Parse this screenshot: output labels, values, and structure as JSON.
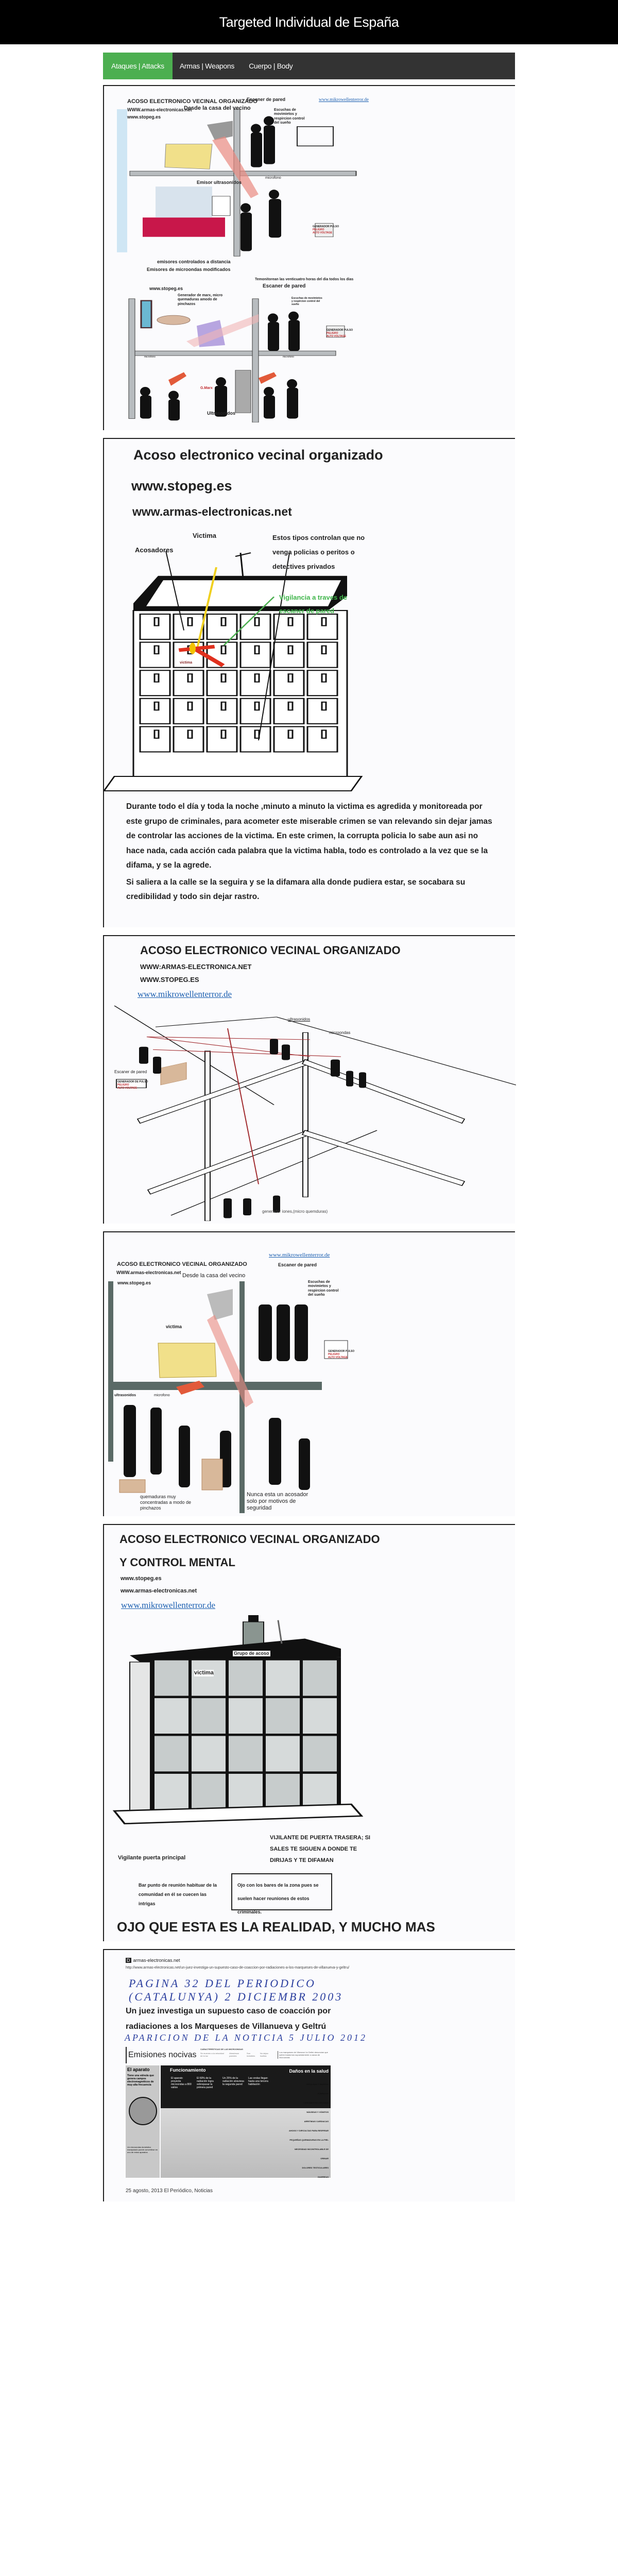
{
  "site_title": "Targeted Individual de España",
  "nav": [
    {
      "label": "Ataques | Attacks",
      "active": true
    },
    {
      "label": "Armas | Weapons",
      "active": false
    },
    {
      "label": "Cuerpo | Body",
      "active": false
    }
  ],
  "colors": {
    "header_bg": "#000000",
    "nav_bg": "#333333",
    "nav_active": "#4caf50",
    "link_blue": "#1b5fb0"
  },
  "image1": {
    "title": "ACOSO ELECTRONICO VECINAL ORGANIZADO",
    "url1": "WWW.armas-electronicas.net",
    "url2": "www.stopeg.es",
    "from_neighbor": "Desde la casa del vecino",
    "wall_scanner": "Escaner de pared",
    "url3": "www.mikrowellenterror.de",
    "listening": "Escuchas de movimietos y respircion control del sueño",
    "ultrasound_emitter": "Emisor ultrasonidos",
    "remote_emitters": "emisores controlados a distancia",
    "microwave_emitters": "Emisores de microondas modificados",
    "url4": "www.stopeg.es",
    "microphone": "microfono",
    "pulse_gen": "GENERADOR PULSO",
    "danger": "PELIGRO",
    "high_voltage": "ALTO VOLTAGE",
    "monitor_24h": "Temonitorean las venticuatro horas del dia todos los dias",
    "wall_scanner2": "Escaner de pared",
    "marx": "Generador de marx, micro quemaduras amodo de pinchazos",
    "listening2": "Escuchas de movimietos y respircion control del sueño",
    "microphone2": "microfono",
    "microphone3": "microfono",
    "gmarx": "G.Marx",
    "ultrasound": "Ultrasonidos"
  },
  "image2": {
    "title": "Acoso electronico vecinal organizado",
    "url1": "www.stopeg.es",
    "url2": "www.armas-electronicas.net",
    "victim": "Victima",
    "harassers": "Acosadores",
    "controllers": "Estos tipos controlan que no venga policias o peritos o detectives privados",
    "surveillance": "Vigilancia a traves de escaner de pared",
    "victim_small": "victima",
    "paragraph1": "Durante todo el día y toda la noche ,minuto a minuto la victima es agredida y monitoreada por este grupo de criminales, para acometer este miserable crimen se van relevando sin dejar jamas de controlar las acciones de la victima. En este crimen, la corrupta policia lo sabe aun asi no hace nada, cada acción  cada palabra que la victima habla, todo es controlado a la vez que se la difama, y se la agrede.",
    "paragraph2": "Si saliera a la calle se la seguira y se la difamara alla donde pudiera estar, se socabara su credibilidad y todo sin dejar rastro."
  },
  "image3": {
    "title": "ACOSO ELECTRONICO VECINAL ORGANIZADO",
    "url1": "WWW:ARMAS-ELECTRONICA.NET",
    "url2": "WWW.STOPEG.ES",
    "url3": "www.mikrowellenterror.de",
    "ultrasound": "ultrasonidos",
    "microwaves": "microondas",
    "wall_scanner": "Escaner de pared",
    "pulse_gen": "GENERADOR DE PULSO",
    "danger": "PELIGRO",
    "high_voltage": "ALTO VOLTAGE",
    "ion_gen": "generador iones,(micro quemduras)"
  },
  "image4": {
    "url3": "www.mikrowellenterror.de",
    "title": "ACOSO ELECTRONICO VECINAL ORGANIZADO",
    "wall_scanner": "Escaner de pared",
    "url1": "WWW.armas-electronicas.net",
    "from_neighbor": "Desde la casa del vecino",
    "url2": "www.stopeg.es",
    "listening": "Escuchas de movimietos y respircion control del sueño",
    "victim": "victima",
    "pulse_gen": "GENERADOR PULSO",
    "danger": "PELIGRO",
    "high_voltage": "ALTO VOLTAGE",
    "ultrasound": "ultrasonidos",
    "microphone": "microfono",
    "burns": "quemaduras muy concentradas a modo de pinchazos",
    "never_alone": "Nunca esta un acosador solo por motivos de seguridad"
  },
  "image5": {
    "title1": "ACOSO ELECTRONICO VECINAL ORGANIZADO",
    "title2": "Y CONTROL MENTAL",
    "url1": "www.stopeg.es",
    "url2": "www.armas-electronicas.net",
    "url3": "www.mikrowellenterror.de",
    "group": "Grupo de acoso",
    "victim": "victima",
    "back_door": "VIJILANTE DE PUERTA TRASERA; SI SALES TE SIGUEN A DONDE TE DIRIJAS Y TE DIFAMAN",
    "front_door": "Vigilante  puerta principal",
    "bar": "Bar punto de reunión habituar de la comunidad en él se cuecen las intrigas",
    "bars_warning": "Ojo  con los bares de la zona pues se suelen hacer reuniones de estos criminales.",
    "reality": "OJO QUE ESTA ES LA REALIDAD, Y MUCHO MAS"
  },
  "image6": {
    "source_icon": "D",
    "source": "armas-electronicas.net",
    "url": "http://www.armas-electronicas.net/un-juez-investiga-un-supuesto-caso-de-coaccion-por-radiaciones-a-los-marqueses-de-villanueva-y-geltru/",
    "handwritten1": "PAGINA 32 DEL PERIODICO (CATALUNYA) 2 DICIEMBR 2003",
    "headline": "Un juez investiga un supuesto caso de coacción por radiaciones a los Marqueses de Villanueva y Geltrú",
    "handwritten2": "APARICION DE LA NOTICIA 5 JULIO 2012",
    "infographic_title": "Emisiones nocivas",
    "characteristics": "CARACTERÍSTICAS DE LAS MICROONDAS",
    "char_items": [
      "Se mueven a la velocidad de la luz",
      "Atraviesan paredes",
      "Son invisibles",
      "No dejan huellas"
    ],
    "intro": "Los marqueses de Vilanova i la Geltrú denuncian que sufren trastornos supuestamente a causa de microondas",
    "device_title": "El aparato",
    "device_text": "Tiene una válvula que genera campos electromagnéticos de muy alta frecuencia",
    "operation_title": "Funcionamiento",
    "operation_steps": [
      "El aparato proyecta microondas a 800 vatios",
      "El 60% de la radiación logra sobrepasar la primera pared",
      "Un 25% de la radiación atraviesa la segunda pared",
      "Las ondas llegan hasta una tercera habitación"
    ],
    "health_title": "Daños en la salud",
    "health_items": [
      "CEFALEAS Y MAREOS",
      "ZUMBIDOS",
      "LESIONES EN LOS OJOS",
      "NÁUSEAS Y VÓMITOS",
      "ARRITMIAS CARDIACAS",
      "AHOGO Y DIFICULTAD PARA RESPIRAR",
      "PEQUEÑAS QUEMADURAS EN LA PIEL",
      "NECESIDAD INCONTROLABLE DE ORINAR",
      "DOLORES TESTICULARES",
      "DIARREAS"
    ],
    "device_note": "Un microondas doméstico manipulado puede convertirse en uno de estos aparatos",
    "caption": "25 agosto, 2013 El Periódico, Noticias"
  }
}
